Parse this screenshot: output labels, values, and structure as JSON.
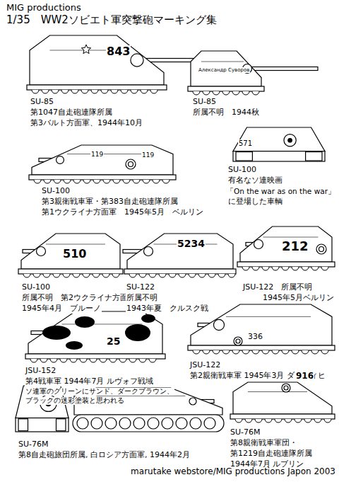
{
  "diagram": {
    "title": "1/35　WW2ソビエト軍突撃砲マーキング集",
    "caption": "marutake webstore/MIG productions Japon 2003",
    "labels": [
      "MIG productions",
      "843",
      "SU-85",
      "第1047自走砲連隊所属",
      "第3バルト方面軍、1944年10月",
      "Александр Суворов",
      "SU-85",
      "所属不明　1944秋",
      "119",
      "119",
      "SU-100",
      "第3親衛戦車軍・第383自走砲連隊所属",
      "第1ウクライナ方面軍　1945年5月　ベルリン",
      "571",
      "SU-100",
      "有名なソ連映画",
      "「On the war as on the war」",
      "に登場した車輌",
      "510",
      "SU-100",
      "所属不明　第2ウクライナ方面軍",
      "1945年4月　ブルーノ",
      "5234",
      "SU-122",
      "所属不明",
      "1943年夏　クルスク戦",
      "212",
      "JSU-122　所属不明",
      "1945年5月ベルリン",
      "25",
      "JSU-152",
      "第4戦車軍 1944年7月 ルヴォフ戦域",
      "ソ連軍のグリーンにサンド、ダークブラウン、",
      "ブラックの迷彩塗装と思われる",
      "336",
      "JSU-122",
      "第2親衛戦車軍 1945年3月 ダンツィヒ",
      "SU-76M",
      "第8自走砲旅団所属, 白ロシア方面軍, 1944年2月",
      "916",
      "SU-76M",
      "第8親衛戦車軍団・",
      "第1219自走砲連隊所属",
      "1944年7月 ルブリン"
    ]
  }
}
